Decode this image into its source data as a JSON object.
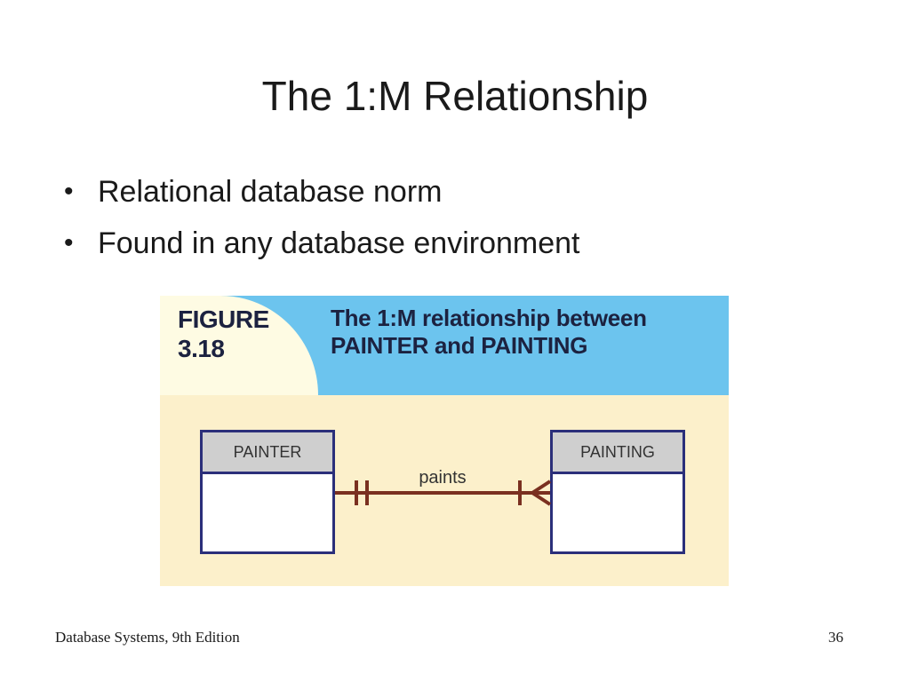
{
  "slide": {
    "title": "The 1:M Relationship",
    "bullets": [
      "Relational database norm",
      "Found in any database environment"
    ],
    "footer_left": "Database Systems, 9th Edition",
    "page_number": "36"
  },
  "figure": {
    "label": "FIGURE\n3.18",
    "caption": "The 1:M relationship between\nPAINTER and PAINTING",
    "entity_left": "PAINTER",
    "entity_right": "PAINTING",
    "relationship": "paints",
    "cardinality_left": "one-and-only-one",
    "cardinality_right": "one-or-many",
    "colors": {
      "header_blue": "#6cc4ee",
      "header_cream": "#fefbe3",
      "body_cream": "#fcf0cb",
      "entity_border": "#2b2f7a",
      "relationship_line": "#7a3020"
    }
  }
}
